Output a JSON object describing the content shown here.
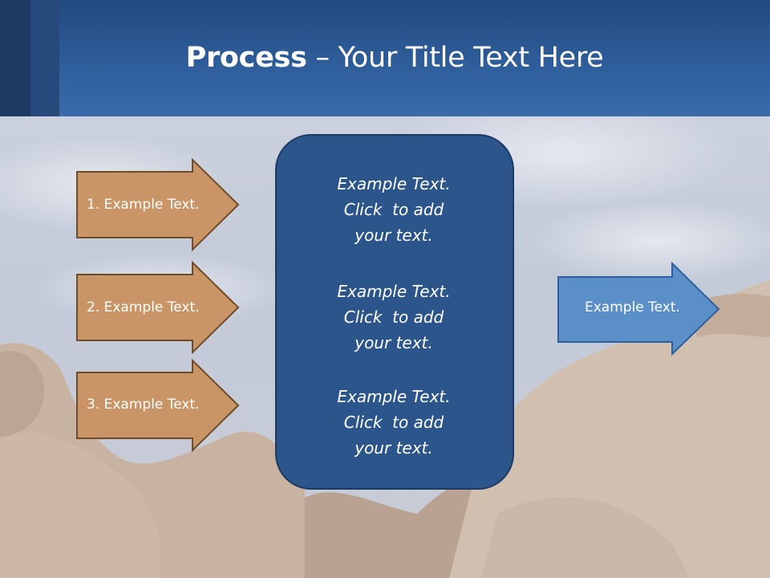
{
  "title": {
    "bold": "Process",
    "rest": " – Your Title Text Here"
  },
  "input_arrows": [
    {
      "label": "1. Example Text."
    },
    {
      "label": "2. Example Text."
    },
    {
      "label": "3. Example Text."
    }
  ],
  "center_block": [
    {
      "line1": "Example Text.",
      "line2": "Click  to add",
      "line3": "your text."
    },
    {
      "line1": "Example Text.",
      "line2": "Click  to add",
      "line3": "your text."
    },
    {
      "line1": "Example Text.",
      "line2": "Click  to add",
      "line3": "your text."
    }
  ],
  "output_arrow": {
    "label": "Example Text."
  },
  "colors": {
    "header": "#2f5f9c",
    "input_arrow_fill": "#c99566",
    "input_arrow_stroke": "#6e4b29",
    "center_fill": "#2c568b",
    "center_stroke": "#1d3a63",
    "output_arrow_fill": "#5b8fc7",
    "output_arrow_stroke": "#2f5f9c"
  }
}
